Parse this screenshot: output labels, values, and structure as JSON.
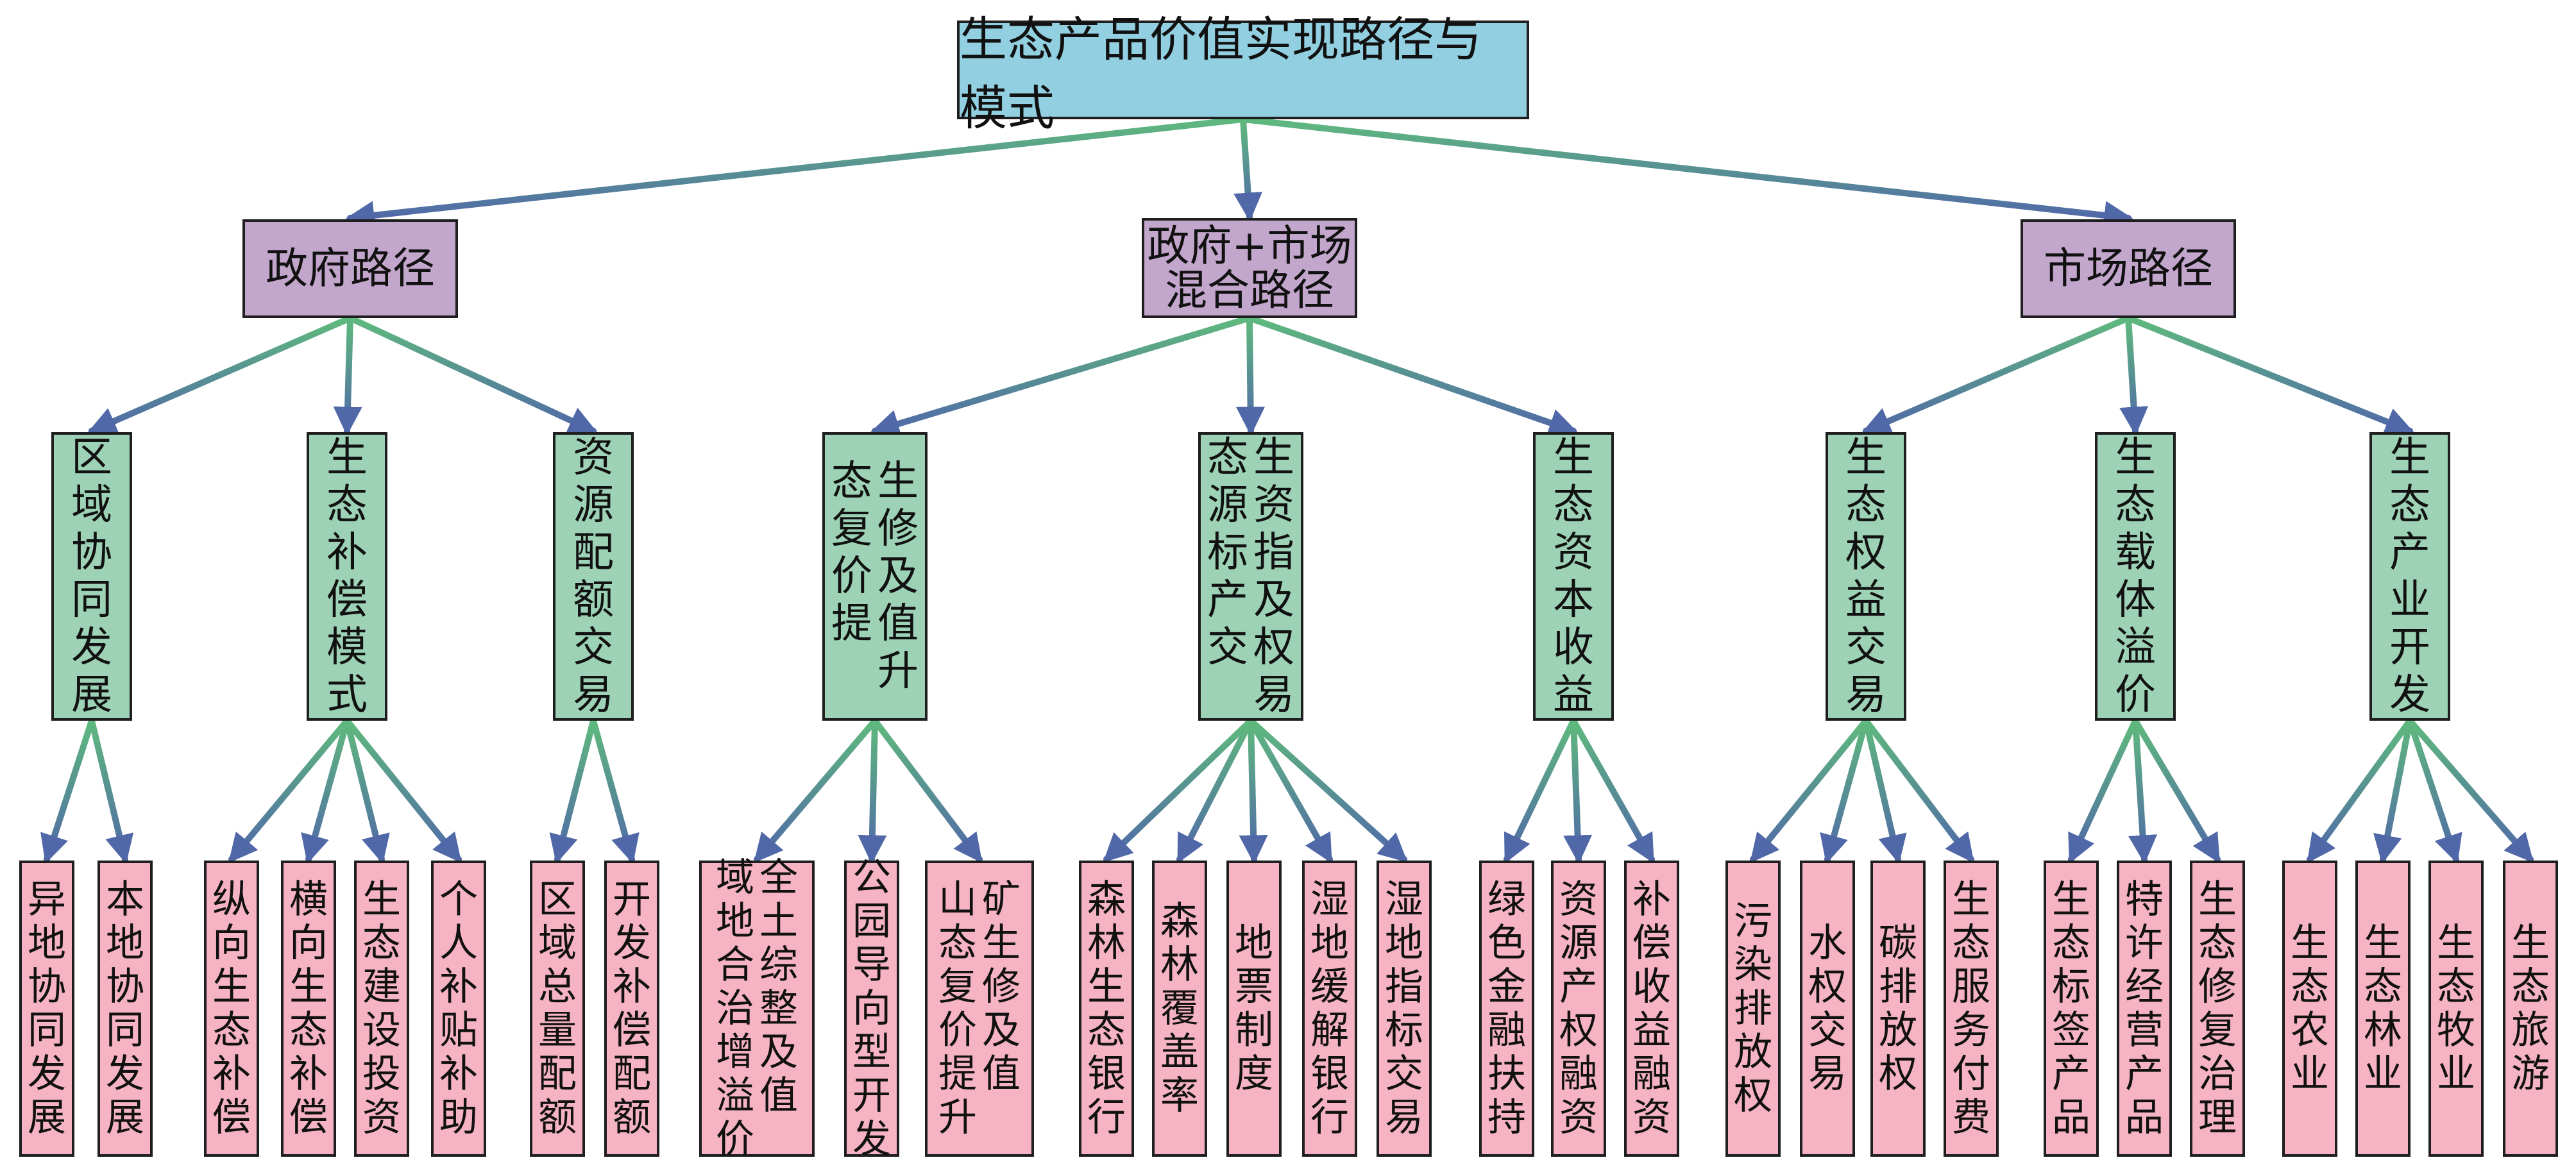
{
  "colors": {
    "root_fill": "#92cfe0",
    "path_fill": "#c3a6cc",
    "mode_fill": "#9dd2b6",
    "leaf_fill": "#f6b3c3",
    "arrow_green": "#5fba7d",
    "arrow_blue": "#5068a8",
    "border": "#1f1f1f"
  },
  "root": {
    "label": "生态产品价值实现路径与模式"
  },
  "paths": [
    {
      "label": [
        "政府路径"
      ]
    },
    {
      "label": [
        "政府+市场",
        "混合路径"
      ]
    },
    {
      "label": [
        "市场路径"
      ]
    }
  ],
  "modes": [
    {
      "cols": [
        "区域协同发展"
      ]
    },
    {
      "cols": [
        "生态补偿模式"
      ]
    },
    {
      "cols": [
        "资源配额交易"
      ]
    },
    {
      "cols": [
        "生修及值升",
        "态复价提"
      ]
    },
    {
      "cols": [
        "生资指及权易",
        "态源标产交"
      ]
    },
    {
      "cols": [
        "生态资本收益"
      ]
    },
    {
      "cols": [
        "生态权益交易"
      ]
    },
    {
      "cols": [
        "生态载体溢价"
      ]
    },
    {
      "cols": [
        "生态产业开发"
      ]
    }
  ],
  "leaves": [
    {
      "cols": [
        "异地协同发展"
      ]
    },
    {
      "cols": [
        "本地协同发展"
      ]
    },
    {
      "cols": [
        "纵向生态补偿"
      ]
    },
    {
      "cols": [
        "横向生态补偿"
      ]
    },
    {
      "cols": [
        "生态建设投资"
      ]
    },
    {
      "cols": [
        "个人补贴补助"
      ]
    },
    {
      "cols": [
        "区域总量配额"
      ]
    },
    {
      "cols": [
        "开发补偿配额"
      ]
    },
    {
      "cols": [
        "全土综整及值",
        "域地合治增溢价"
      ]
    },
    {
      "cols": [
        "公园导向型开发"
      ]
    },
    {
      "cols": [
        "矿生修及值",
        "山态复价提升"
      ]
    },
    {
      "cols": [
        "森林生态银行"
      ]
    },
    {
      "cols": [
        "森林覆盖率"
      ]
    },
    {
      "cols": [
        "地票制度"
      ]
    },
    {
      "cols": [
        "湿地缓解银行"
      ]
    },
    {
      "cols": [
        "湿地指标交易"
      ]
    },
    {
      "cols": [
        "绿色金融扶持"
      ]
    },
    {
      "cols": [
        "资源产权融资"
      ]
    },
    {
      "cols": [
        "补偿收益融资"
      ]
    },
    {
      "cols": [
        "污染排放权"
      ]
    },
    {
      "cols": [
        "水权交易"
      ]
    },
    {
      "cols": [
        "碳排放权"
      ]
    },
    {
      "cols": [
        "生态服务付费"
      ]
    },
    {
      "cols": [
        "生态标签产品"
      ]
    },
    {
      "cols": [
        "特许经营产品"
      ]
    },
    {
      "cols": [
        "生态修复治理"
      ]
    },
    {
      "cols": [
        "生态农业"
      ]
    },
    {
      "cols": [
        "生态林业"
      ]
    },
    {
      "cols": [
        "生态牧业"
      ]
    },
    {
      "cols": [
        "生态旅游"
      ]
    }
  ]
}
